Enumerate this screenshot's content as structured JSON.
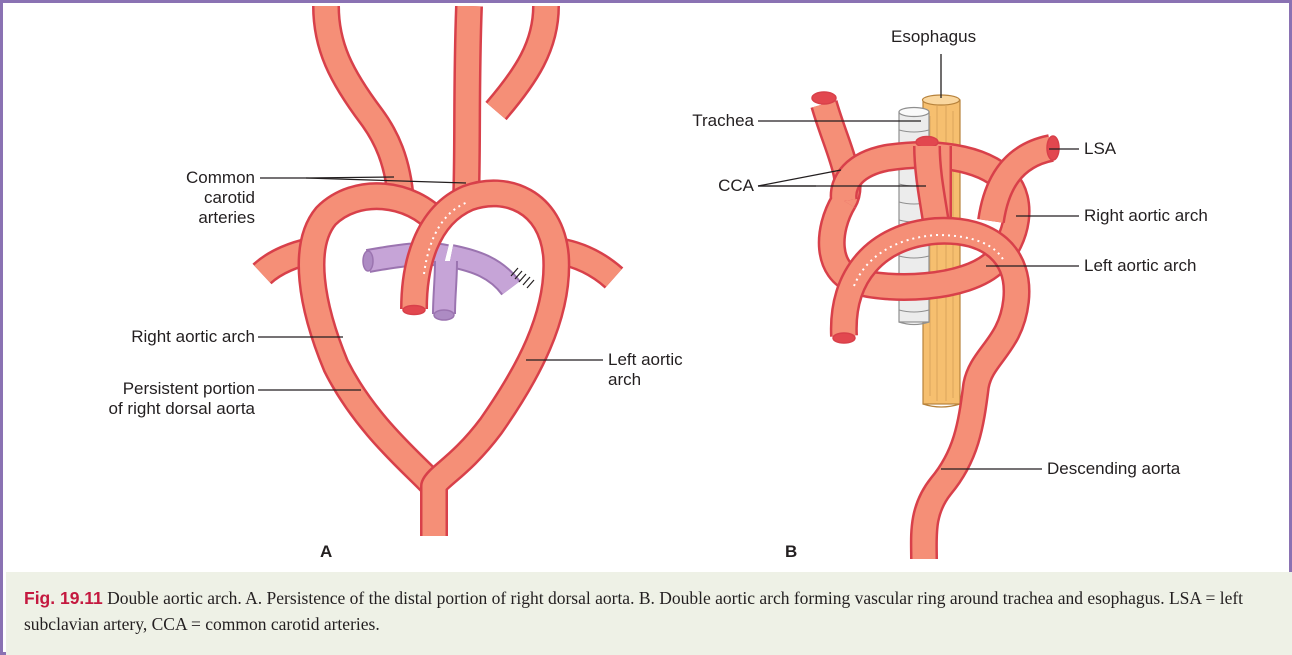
{
  "colors": {
    "artery": "#f58f77",
    "artery_outline": "#d8404a",
    "artery_lumen": "#e2474f",
    "pulmonary": "#c6a4d7",
    "trachea": "#ececec",
    "esophagus": "#f6bf6f",
    "border": "#8a72b3",
    "caption_bg": "#eef1e6",
    "figure_label": "#c4193f"
  },
  "panel_a": {
    "letter": "A",
    "labels": {
      "common_carotid": "Common\ncarotid arteries",
      "right_aortic_arch": "Right aortic arch",
      "persistent_portion": "Persistent portion\nof right dorsal aorta",
      "left_aortic_arch": "Left aortic\narch"
    }
  },
  "panel_b": {
    "letter": "B",
    "labels": {
      "esophagus": "Esophagus",
      "trachea": "Trachea",
      "cca": "CCA",
      "lsa": "LSA",
      "right_aortic_arch": "Right aortic arch",
      "left_aortic_arch": "Left aortic arch",
      "descending_aorta": "Descending aorta"
    }
  },
  "caption": {
    "label": "Fig. 19.11",
    "text": " Double aortic arch. A. Persistence of the distal portion of right dorsal aorta. B. Double aortic arch forming vascular ring around trachea and esophagus. LSA = left subclavian artery, CCA = common carotid arteries."
  }
}
